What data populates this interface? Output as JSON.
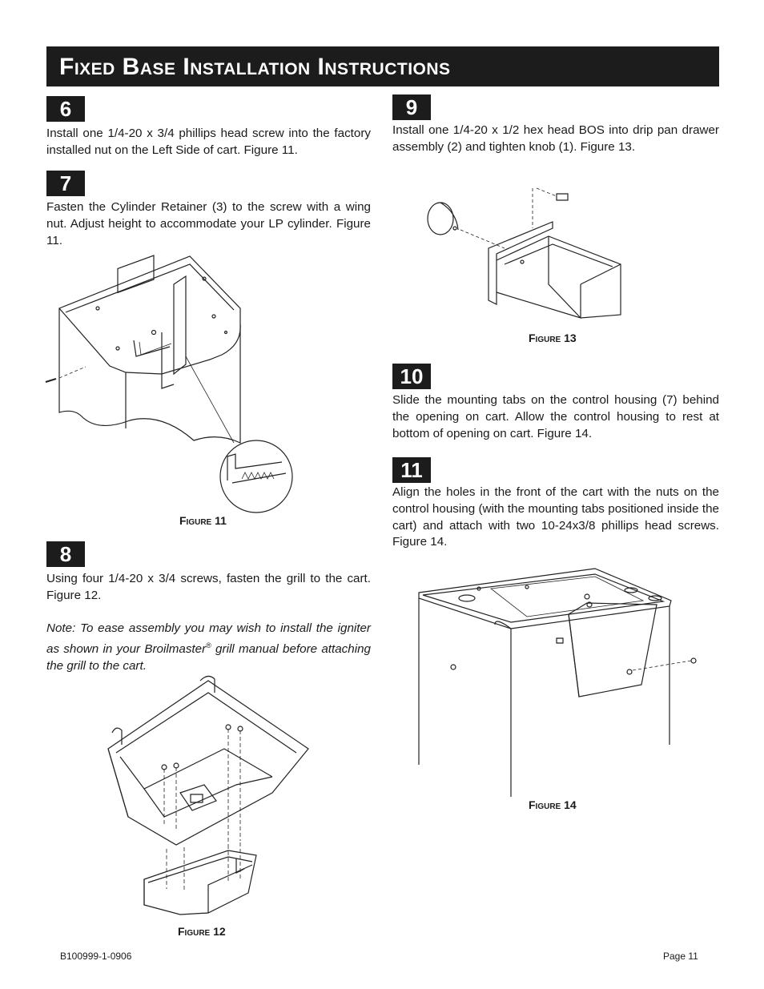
{
  "page": {
    "title": "Fixed Base Installation Instructions",
    "doc_code": "B100999-1-0906",
    "page_label": "Page 11"
  },
  "steps": [
    {
      "number": "6",
      "text": "Install one 1/4-20 x 3/4 phillips head screw into the factory installed nut on the Left Side of cart. Figure 11."
    },
    {
      "number": "7",
      "text": "Fasten the Cylinder Retainer (3) to the screw with a wing nut. Adjust height to accommodate your LP cylinder. Figure 11."
    },
    {
      "number": "8",
      "text": "Using four 1/4-20 x 3/4 screws, fasten the grill to the cart. Figure 12."
    },
    {
      "number": "9",
      "text": "Install one 1/4-20 x 1/2 hex head BOS into drip pan drawer assembly (2) and tighten knob (1). Figure 13."
    },
    {
      "number": "10",
      "text": "Slide the mounting tabs on the control housing (7) behind the opening on cart. Allow the control housing to rest at bottom of opening on cart. Figure 14."
    },
    {
      "number": "11",
      "text": "Align the holes in the front of the cart with the nuts on the control housing (with the mounting tabs positioned inside the cart) and attach with two 10-24x3/8 phillips head screws. Figure 14."
    }
  ],
  "note": {
    "before": "Note: To ease assembly you may wish to install the igniter as shown in your Broilmaster",
    "mark": "®",
    "after": " grill manual before attaching the grill to the cart."
  },
  "figures": {
    "fig11": "Figure 11",
    "fig12": "Figure 12",
    "fig13": "Figure 13",
    "fig14": "Figure 14"
  }
}
